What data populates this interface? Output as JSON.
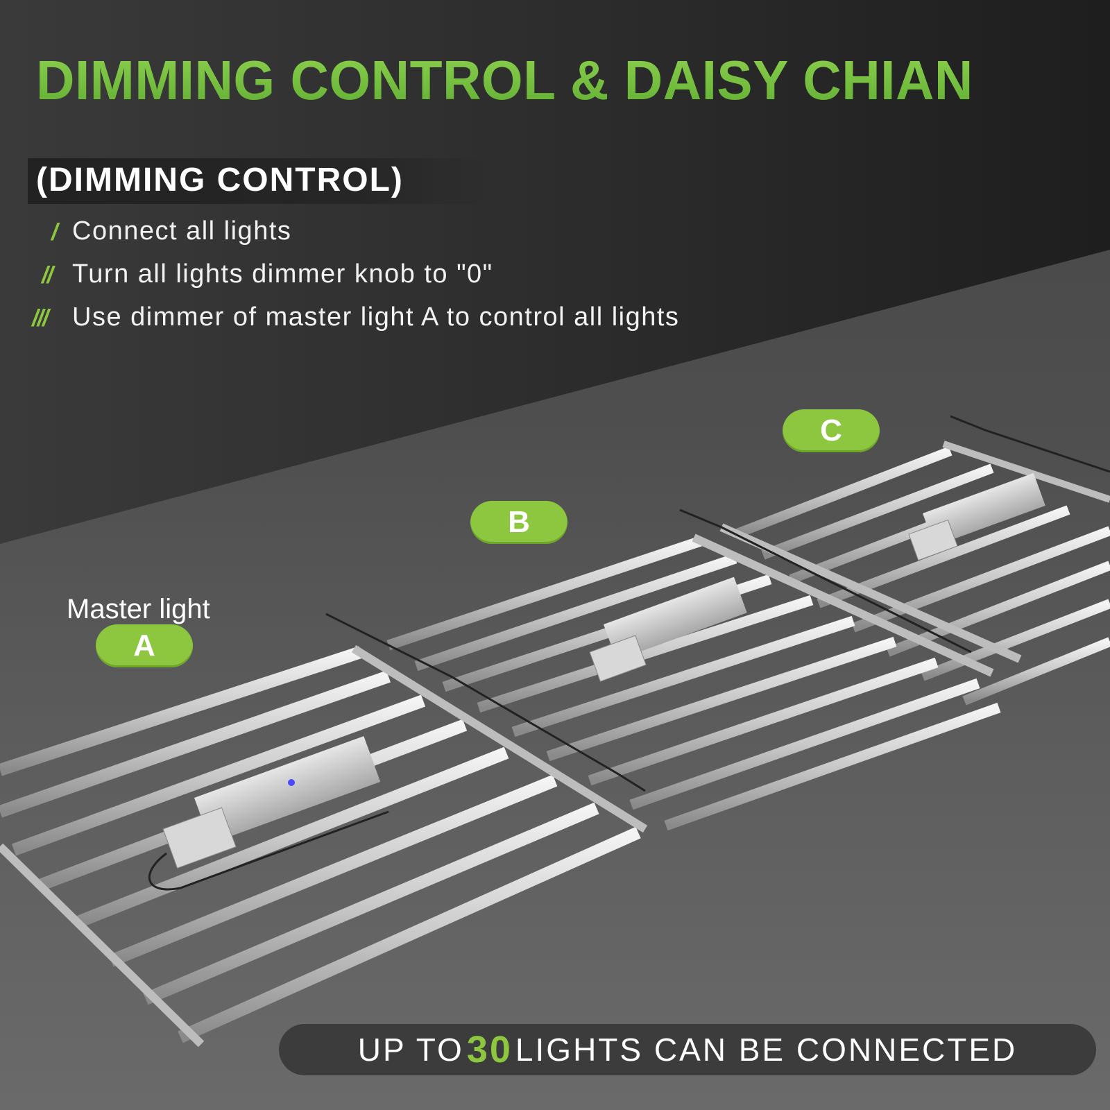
{
  "headline": "DIMMING CONTROL & DAISY CHIAN",
  "section": {
    "title": "(DIMMING CONTROL)",
    "steps": [
      {
        "marker": "/",
        "text": "Connect all lights"
      },
      {
        "marker": "//",
        "text": "Turn all lights dimmer knob to \"0\""
      },
      {
        "marker": "///",
        "text": "Use dimmer of master light A to control all lights"
      }
    ]
  },
  "lights": {
    "master_label": "Master light",
    "a": {
      "label": "A"
    },
    "b": {
      "label": "B"
    },
    "c": {
      "label": "C"
    }
  },
  "footer": {
    "prefix": "UP TO",
    "count": "30",
    "suffix": "LIGHTS CAN BE CONNECTED"
  },
  "colors": {
    "accent_green": "#8dc63f",
    "headline_green": "#7ac143",
    "background_dark": "#2a2a2a",
    "floor_gray": "#555555",
    "text_white": "#ffffff"
  }
}
